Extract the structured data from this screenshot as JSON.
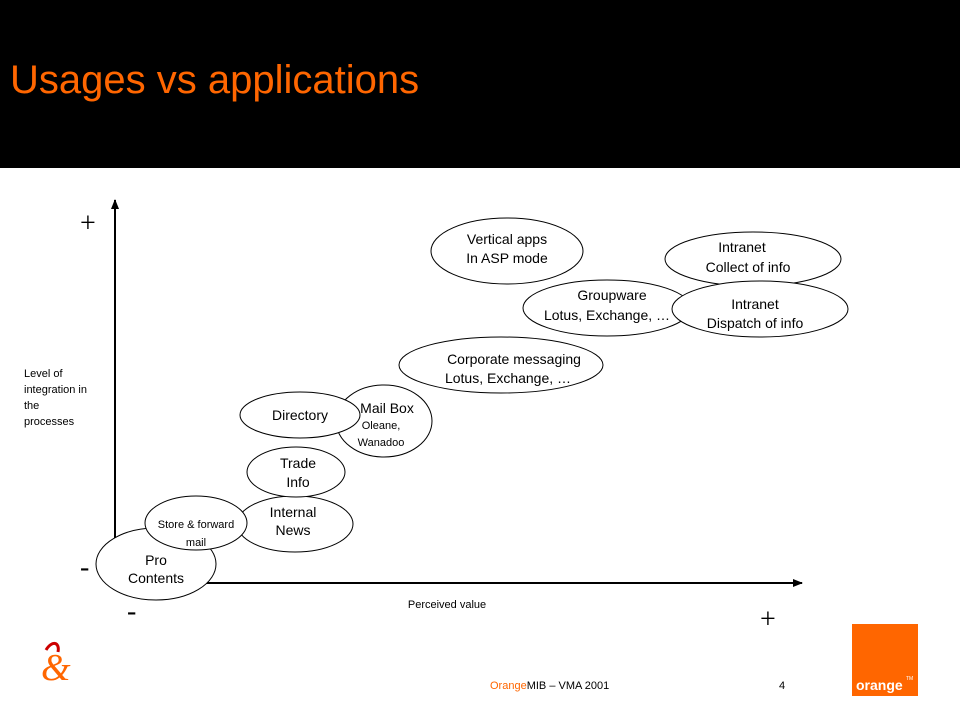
{
  "slide": {
    "title": "Usages vs applications",
    "page_number": "4",
    "footer": {
      "brand": "Orange",
      "rest": "MIB – VMA 2001"
    }
  },
  "axes": {
    "y_label": [
      "Level of",
      "integration in",
      "the",
      "processes"
    ],
    "x_label": "Perceived value",
    "y_plus": "+",
    "y_minus": "-",
    "x_plus": "+",
    "x_minus": "-"
  },
  "nodes": [
    {
      "name": "node-pro-contents",
      "lines": [
        "Pro",
        "Contents"
      ]
    },
    {
      "name": "node-store-forward-mail",
      "lines": [
        "Store & forward",
        "mail"
      ]
    },
    {
      "name": "node-internal-news",
      "lines": [
        "Internal",
        "News"
      ]
    },
    {
      "name": "node-trade-info",
      "lines": [
        "Trade",
        "Info"
      ]
    },
    {
      "name": "node-directory",
      "lines": [
        "Directory"
      ]
    },
    {
      "name": "node-mail-box",
      "lines": [
        "Mail Box",
        "Oleane,",
        "Wanadoo"
      ]
    },
    {
      "name": "node-corporate-messaging",
      "lines": [
        "Corporate messaging",
        "Lotus, Exchange, …"
      ]
    },
    {
      "name": "node-groupware",
      "lines": [
        "Groupware",
        "Lotus, Exchange, …"
      ]
    },
    {
      "name": "node-vertical-apps",
      "lines": [
        "Vertical apps",
        "In ASP mode"
      ]
    },
    {
      "name": "node-intranet-collect",
      "lines": [
        "Intranet",
        "Collect of info"
      ]
    },
    {
      "name": "node-intranet-dispatch",
      "lines": [
        "Intranet",
        "Dispatch of info"
      ]
    }
  ],
  "logos": {
    "orange_text": "orange",
    "orange_tm": "TM"
  },
  "colors": {
    "accent": "#ff6600",
    "background": "#ffffff",
    "header": "#000000"
  }
}
